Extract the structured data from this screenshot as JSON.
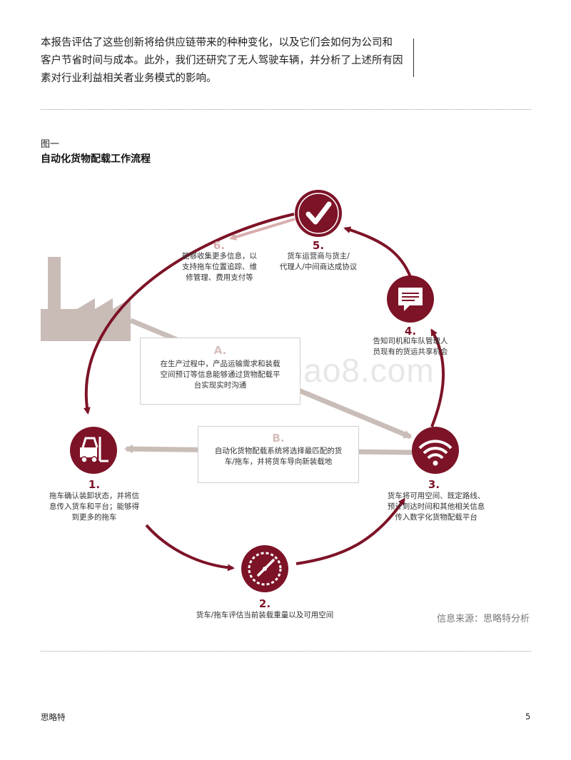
{
  "intro": {
    "line1": "本报告评估了这些创新将给供应链带来的种种变化，以及它们会如何为公司和",
    "line2": "客户节省时间与成本。此外，我们还研究了无人驾驶车辆，并分析了上述所有因",
    "line3": "素对行业利益相关者业务模式的影响。"
  },
  "figure": {
    "label": "图一",
    "title": "自动化货物配载工作流程"
  },
  "steps": [
    {
      "num": "1.",
      "line1": "拖车确认装卸状态，并将信",
      "line2": "息传入货车和平台；能够得",
      "line3": "到更多的拖车",
      "icon": "forklift-icon"
    },
    {
      "num": "2.",
      "line1": "货车/拖车评估当前装载重量以及可用空间",
      "icon": "gauge-icon"
    },
    {
      "num": "3.",
      "line1": "货车将可用空间、既定路线、",
      "line2": "预计到达时间和其他相关信息",
      "line3": "传入数字化货物配载平台",
      "icon": "wifi-icon"
    },
    {
      "num": "4.",
      "line1": "告知司机和车队管理人",
      "line2": "员现有的货运共享机会",
      "icon": "message-icon"
    },
    {
      "num": "5.",
      "line1": "货车运营商与货主/",
      "line2": "代理人/中间商达成协议",
      "icon": "checkmark-icon"
    },
    {
      "num": "6.",
      "line1": "能够收集更多信息，以",
      "line2": "支持拖车位置追踪、维",
      "line3": "修管理、费用支付等"
    }
  ],
  "boxes": {
    "a": {
      "letter": "A.",
      "line1": "在生产过程中，产品运输需求和装载",
      "line2": "空间预订等信息能够通过货物配载平",
      "line3": "台实现实时沟通"
    },
    "b": {
      "letter": "B.",
      "line1": "自动化货物配载系统将选择最匹配的货",
      "line2": "车/拖车，并将货车导向新装载地"
    }
  },
  "factory_icon": "factory-icon",
  "watermark": "www.baogao8.com",
  "source": "信息来源：思略特分析",
  "footer": {
    "brand": "思略特",
    "page": "5"
  },
  "colors": {
    "primary": "#7d1327",
    "light": "#d8aeae",
    "grey": "#c9bdb8"
  }
}
